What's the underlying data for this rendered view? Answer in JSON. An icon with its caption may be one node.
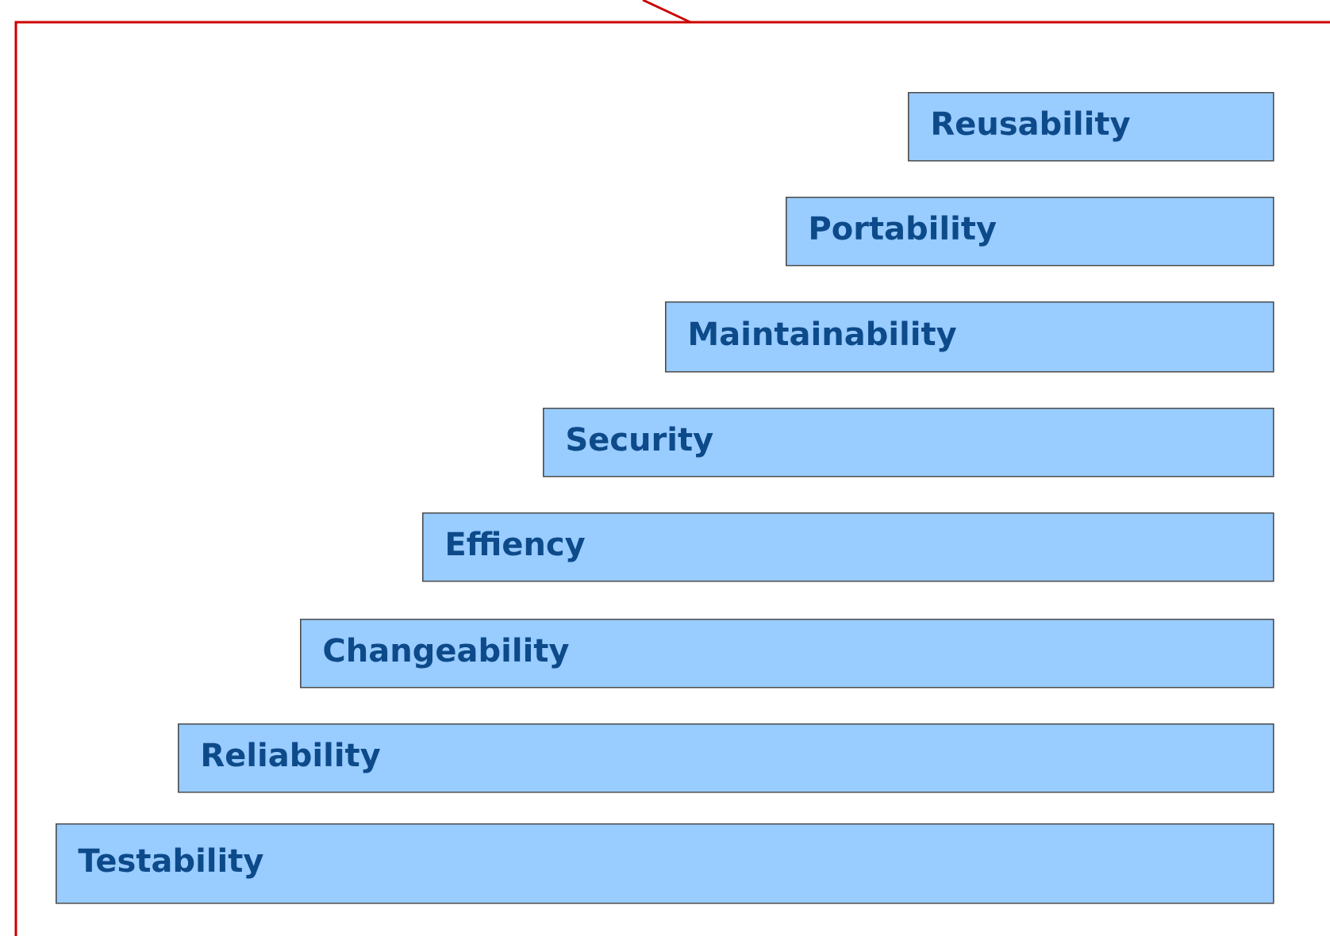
{
  "diagram": {
    "nodes": [
      {
        "text": [
          "Reusability"
        ]
      },
      {
        "text": [
          "Portability"
        ]
      },
      {
        "text": [
          "Maintainability"
        ]
      },
      {
        "text": [
          "Security"
        ]
      },
      {
        "text": [
          "Effiency"
        ]
      },
      {
        "text": [
          "Changeability"
        ]
      },
      {
        "text": [
          "Reliability"
        ]
      },
      {
        "text": [
          "Testability"
        ]
      }
    ]
  }
}
